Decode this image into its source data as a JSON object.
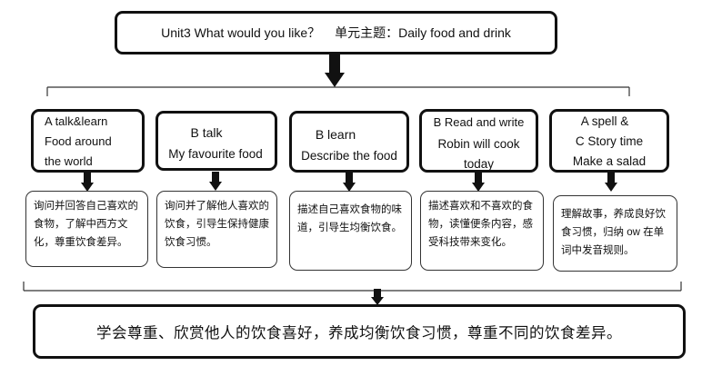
{
  "header": {
    "unit_title": "Unit3 What would you like？",
    "theme_label": "单元主题：",
    "theme_value": "Daily food and drink"
  },
  "units": [
    {
      "lines": [
        "A talk&learn",
        "Food around",
        "the world"
      ],
      "description": "询问并回答自己喜欢的食物，了解中西方文化，尊重饮食差异。"
    },
    {
      "lines": [
        "B talk",
        "My favourite food"
      ],
      "description": "询问并了解他人喜欢的饮食，引导生保持健康饮食习惯。"
    },
    {
      "lines": [
        "B learn",
        "Describe the food"
      ],
      "description": "描述自己喜欢食物的味道，引导生均衡饮食。"
    },
    {
      "lines": [
        "B Read and write",
        "Robin will cook",
        "today"
      ],
      "description": "描述喜欢和不喜欢的食物，读懂便条内容，感受科技带来变化。"
    },
    {
      "lines": [
        "A spell &",
        "C Story time",
        "Make a salad"
      ],
      "description": "理解故事，养成良好饮食习惯，归纳 ow 在单词中发音规则。"
    }
  ],
  "summary": "学会尊重、欣赏他人的饮食喜好，养成均衡饮食习惯，尊重不同的饮食差异。"
}
